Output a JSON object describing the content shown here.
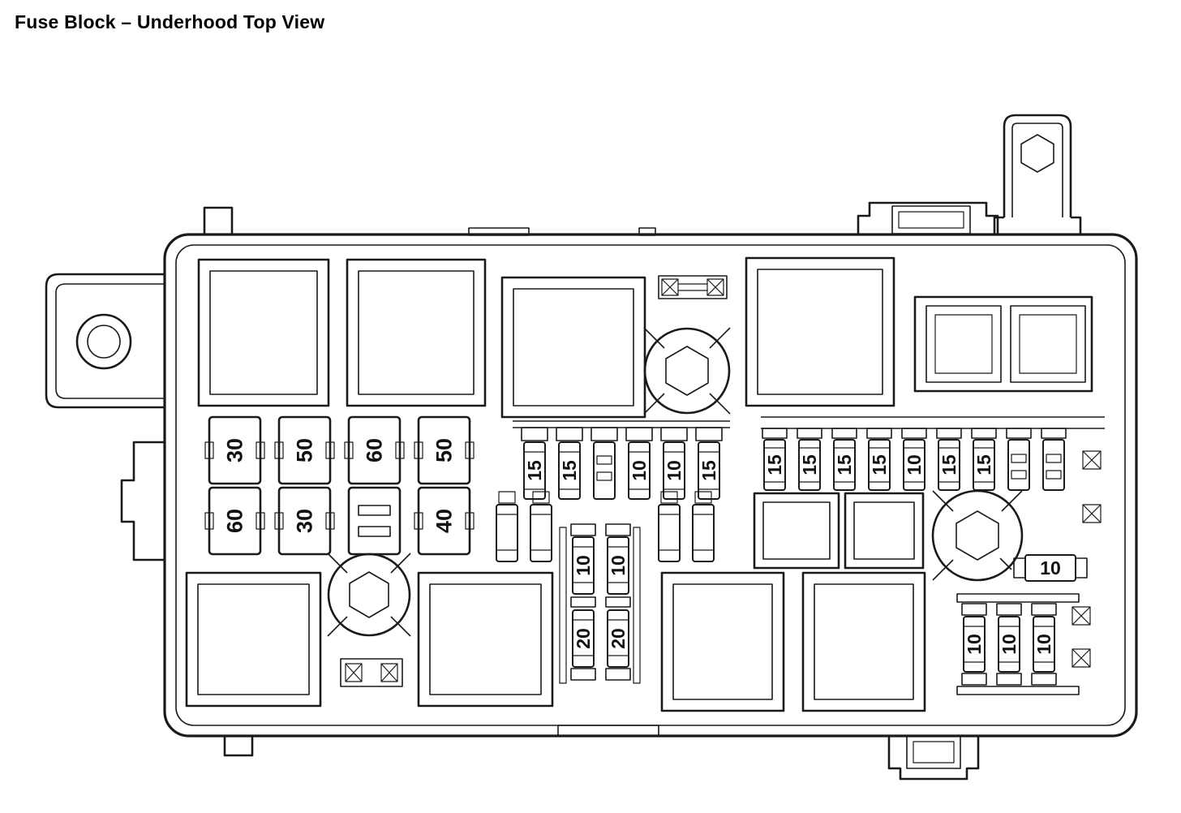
{
  "title": "Fuse Block – Underhood Top View",
  "colors": {
    "line": "#1a1a1a",
    "background": "#ffffff"
  },
  "fuse_labels": {
    "left_row1": [
      "30",
      "50",
      "60",
      "50"
    ],
    "left_row2": [
      "60",
      "30",
      "40"
    ],
    "mid_row": [
      "15",
      "15",
      "10",
      "10",
      "15"
    ],
    "right_row": [
      "15",
      "15",
      "15",
      "15",
      "10",
      "15",
      "15"
    ],
    "center_upper": [
      "10",
      "10"
    ],
    "center_lower": [
      "20",
      "20"
    ],
    "right_single": "10",
    "bottom_right_row": [
      "10",
      "10",
      "10"
    ]
  }
}
